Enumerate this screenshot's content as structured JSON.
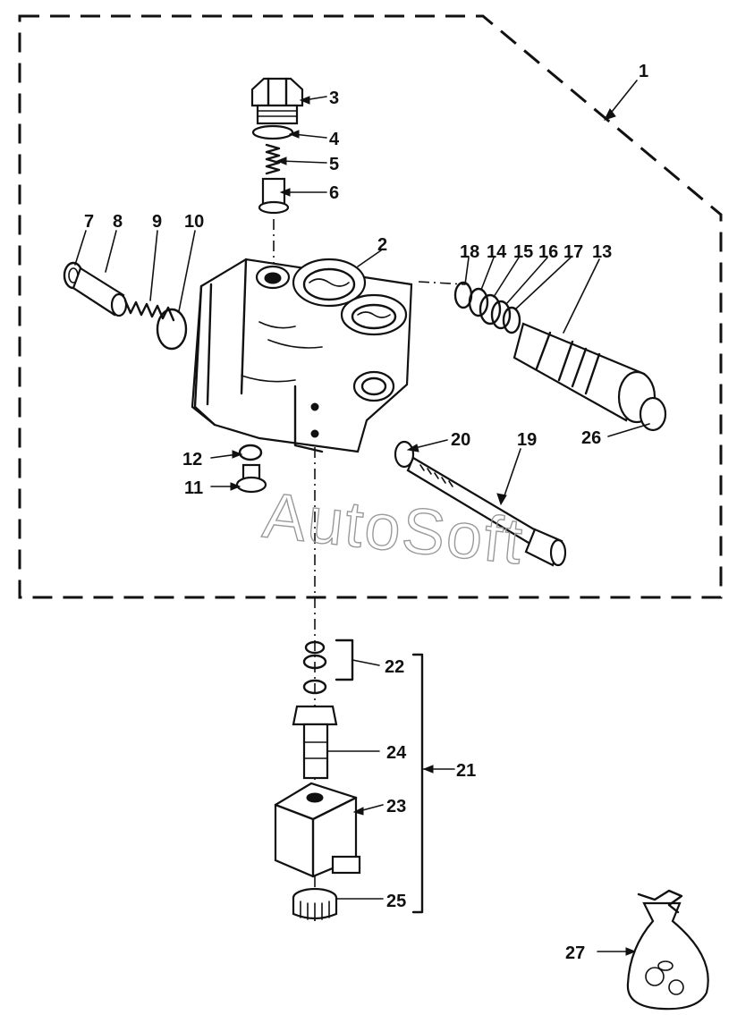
{
  "diagram": {
    "watermark": "AutoSoft",
    "callouts": {
      "c1": "1",
      "c2": "2",
      "c3": "3",
      "c4": "4",
      "c5": "5",
      "c6": "6",
      "c7": "7",
      "c8": "8",
      "c9": "9",
      "c10": "10",
      "c11": "11",
      "c12": "12",
      "c13": "13",
      "c14": "14",
      "c15": "15",
      "c16": "16",
      "c17": "17",
      "c18": "18",
      "c19": "19",
      "c20": "20",
      "c21": "21",
      "c22": "22",
      "c23": "23",
      "c24": "24",
      "c25": "25",
      "c26": "26",
      "c27": "27"
    }
  }
}
